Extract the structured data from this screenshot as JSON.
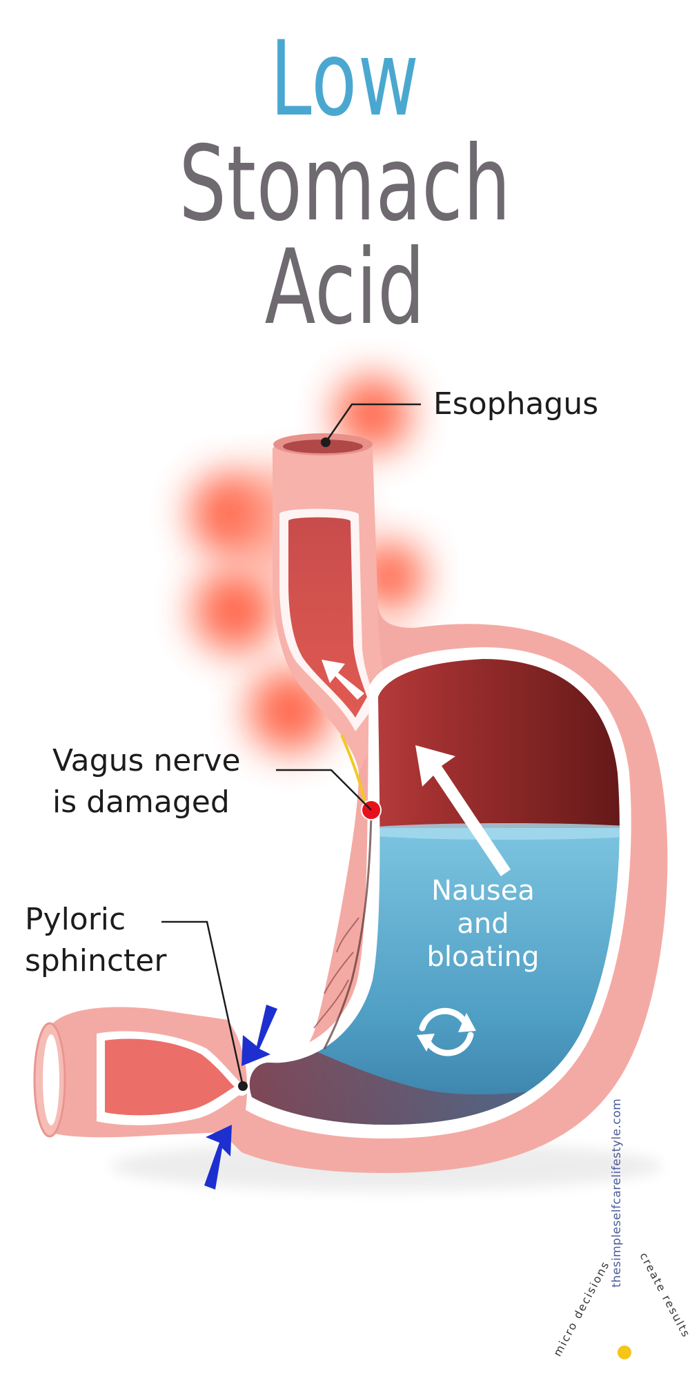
{
  "title": {
    "line1": "Low",
    "line2": "Stomach Acid"
  },
  "labels": {
    "esophagus": "Esophagus",
    "vagus_line1": "Vagus nerve",
    "vagus_line2": "is damaged",
    "pyloric_line1": "Pyloric",
    "pyloric_line2": "sphincter",
    "nausea_line1": "Nausea",
    "nausea_line2": "and",
    "nausea_line3": "bloating"
  },
  "watermark": {
    "site": "thesimpleselfcarelifestyle.com",
    "badge_left": "micro decisions",
    "badge_right": "create results"
  },
  "colors": {
    "title_low": "#4aa8d0",
    "title_main": "#6e6a70",
    "tissue": "#f4aaa4",
    "tissue_dark": "#e87c78",
    "cavity": "#6a1c1c",
    "fluid": "#5aa6c8",
    "inflammation": "#ff5a3a",
    "arrow_blue": "#1e2fd0",
    "nerve": "#f2c822",
    "nerve_dot": "#e8101a"
  },
  "icons": [
    "recycle-icon",
    "sun-icon"
  ]
}
